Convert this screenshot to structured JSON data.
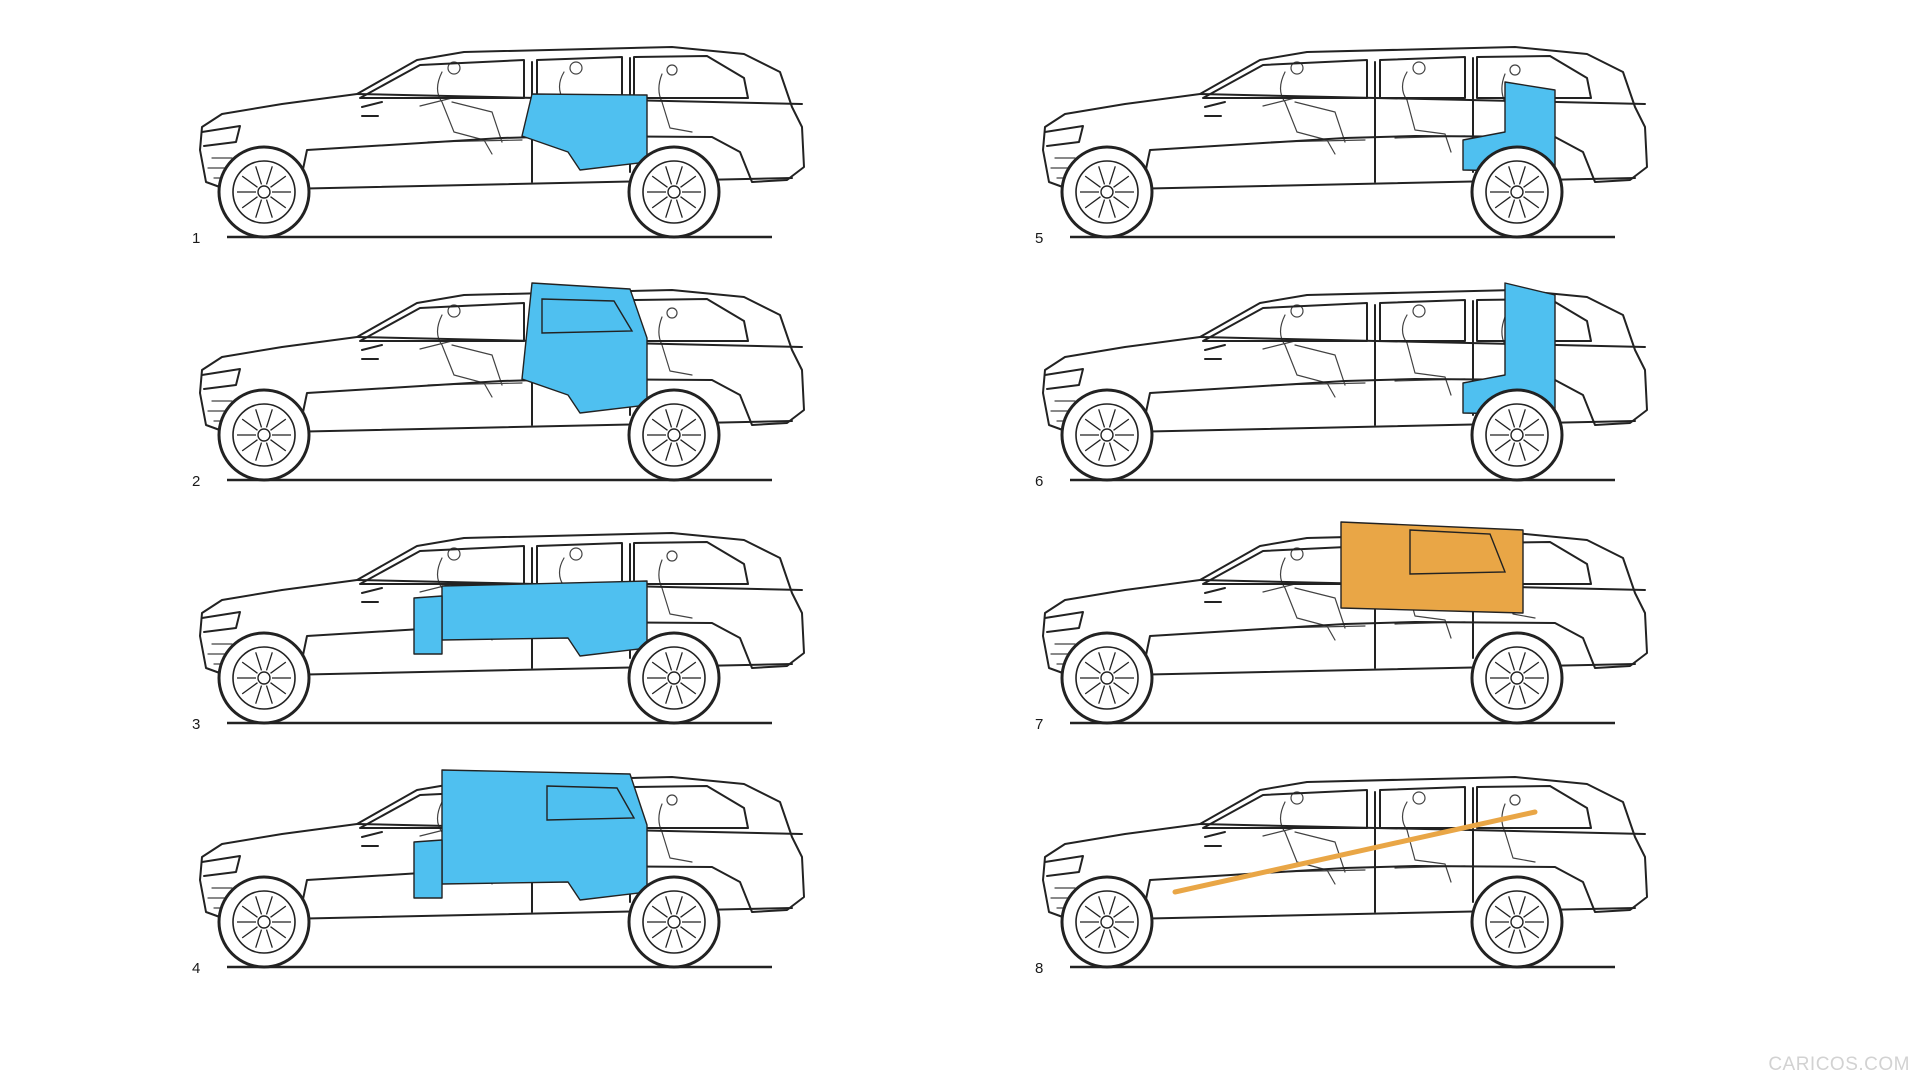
{
  "colors": {
    "line": "#222222",
    "cargo_blue": "#4fc0f0",
    "cargo_orange": "#e9a646"
  },
  "panels": [
    {
      "label": "1",
      "fill": "blue",
      "zone": "trunk"
    },
    {
      "label": "2",
      "fill": "blue",
      "zone": "trunk-full-height"
    },
    {
      "label": "3",
      "fill": "blue",
      "zone": "third-row-folded"
    },
    {
      "label": "4",
      "fill": "blue",
      "zone": "second-and-third-row-folded"
    },
    {
      "label": "5",
      "fill": "blue",
      "zone": "trunk-third-row-upright"
    },
    {
      "label": "6",
      "fill": "blue",
      "zone": "trunk-third-row-upright-full-height"
    },
    {
      "label": "7",
      "fill": "orange",
      "zone": "upper-cabin"
    },
    {
      "label": "8",
      "fill": "orange",
      "zone": "long-item-diagonal"
    }
  ],
  "watermark": "CARICOS.COM"
}
